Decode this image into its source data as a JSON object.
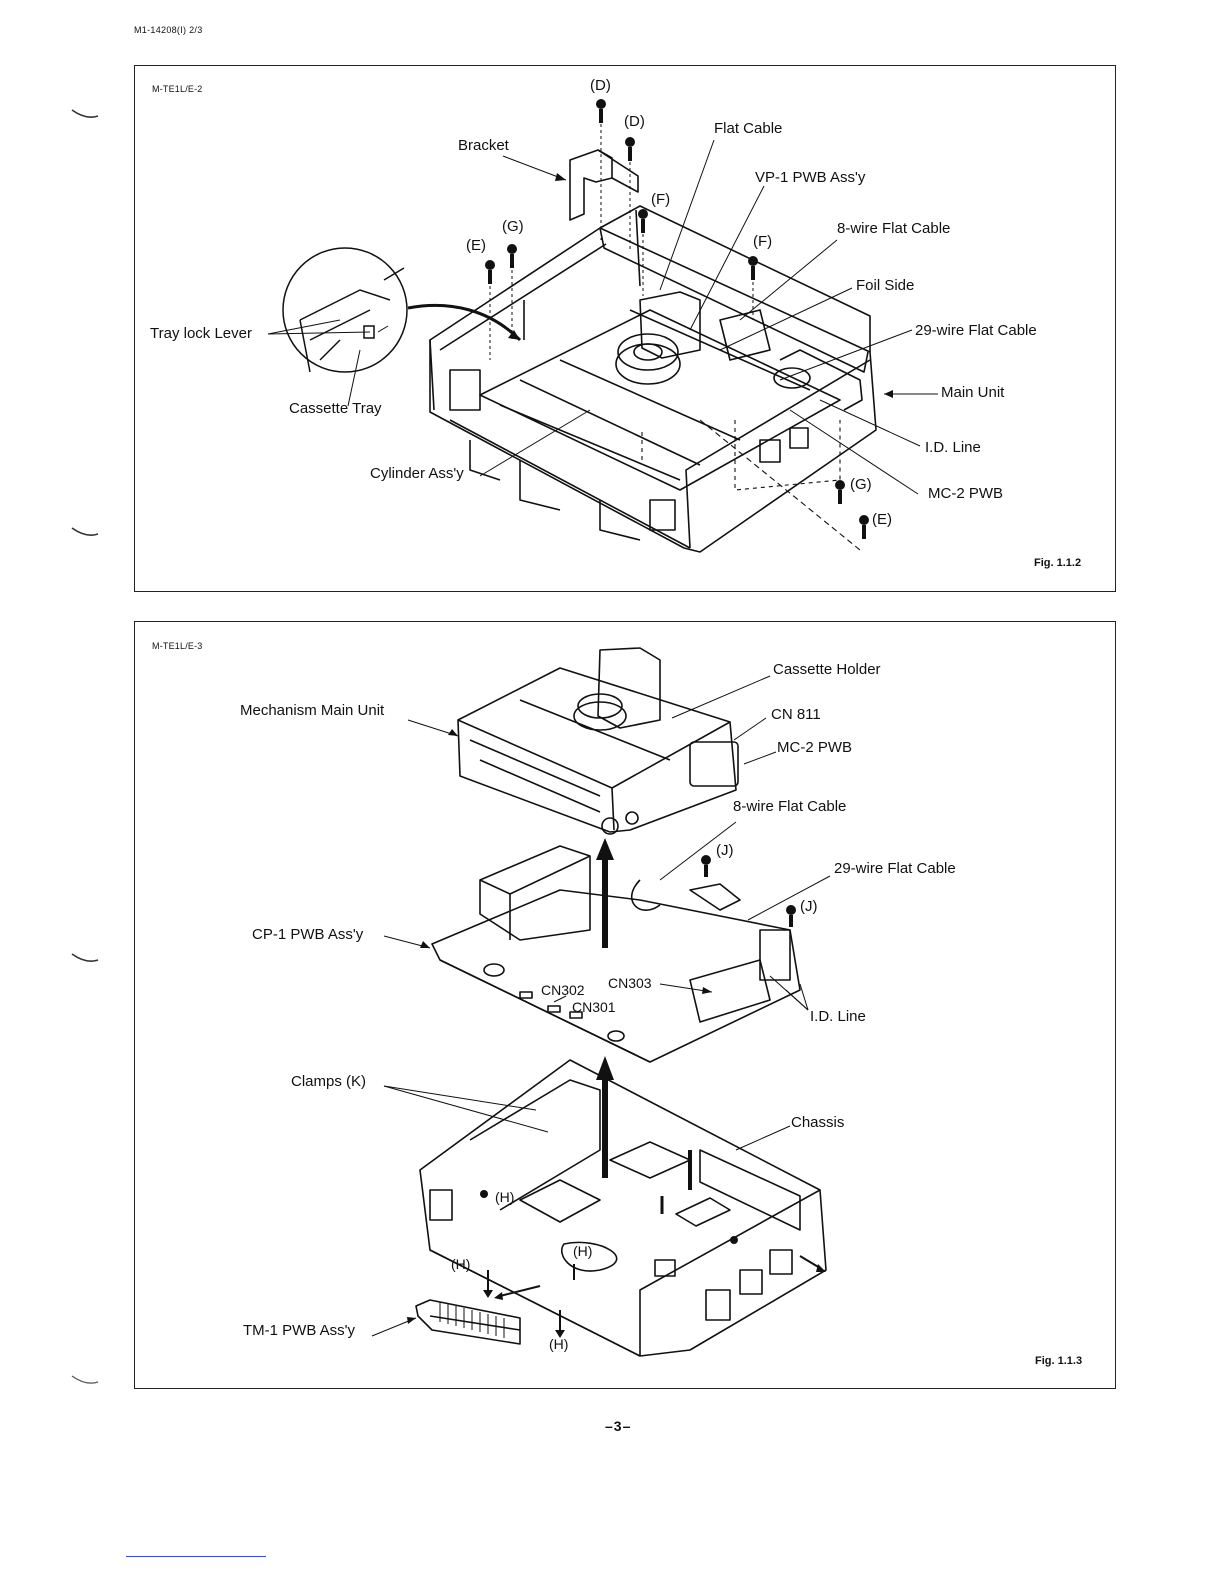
{
  "page": {
    "doc_id": "M1-14208(I) 2/3",
    "page_number": "–3–"
  },
  "figure1": {
    "code": "M-TE1L/E-2",
    "caption": "Fig. 1.1.2",
    "labels": {
      "d_top": "(D)",
      "d_second": "(D)",
      "flat_cable": "Flat Cable",
      "bracket": "Bracket",
      "vp1": "VP-1 PWB Ass'y",
      "f_left": "(F)",
      "g_left": "(G)",
      "e_left": "(E)",
      "f_right": "(F)",
      "wire8": "8-wire Flat Cable",
      "foil_side": "Foil Side",
      "tray_lock": "Tray lock Lever",
      "wire29": "29-wire Flat Cable",
      "main_unit": "Main Unit",
      "cassette_tray": "Cassette Tray",
      "id_line": "I.D. Line",
      "cylinder": "Cylinder Ass'y",
      "g_right": "(G)",
      "mc2": "MC-2 PWB",
      "e_right": "(E)"
    }
  },
  "figure2": {
    "code": "M-TE1L/E-3",
    "caption": "Fig. 1.1.3",
    "labels": {
      "cassette_holder": "Cassette Holder",
      "mech_main": "Mechanism Main Unit",
      "cn811": "CN 811",
      "mc2": "MC-2 PWB",
      "wire8": "8-wire Flat Cable",
      "j_top": "(J)",
      "wire29": "29-wire Flat Cable",
      "j_right": "(J)",
      "cp1": "CP-1 PWB Ass'y",
      "cn302": "CN302",
      "cn303": "CN303",
      "cn301": "CN301",
      "id_line": "I.D. Line",
      "clamps": "Clamps (K)",
      "chassis": "Chassis",
      "h1": "(H)",
      "h2": "(H)",
      "h3": "(H)",
      "tm1": "TM-1 PWB Ass'y",
      "h4": "(H)"
    }
  }
}
